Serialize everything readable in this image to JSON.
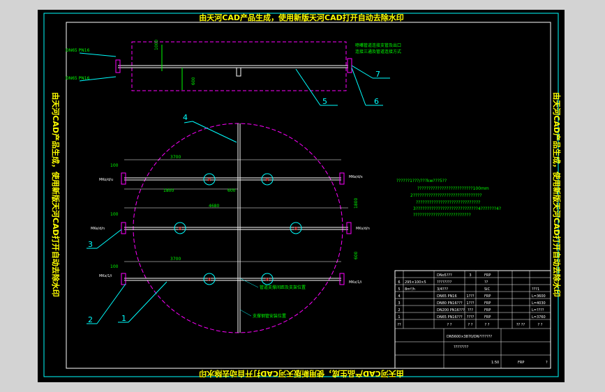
{
  "watermark": {
    "top": "由天河CAD产品生成，使用新版天河CAD打开自动去除水印",
    "bottom": "由天河CAD产品生成，使用新版天河CAD打开自动去除水印",
    "left": "由天河CAD产品生成，使用新版天河CAD打开自动去除水印",
    "right": "由天河CAD产品生成，使用新版天河CAD打开自动去除水印"
  },
  "balloons": [
    "1",
    "2",
    "3",
    "4",
    "5",
    "6",
    "7"
  ],
  "dims": {
    "top_view": [
      "3700",
      "1800",
      "600",
      "4680",
      "3700",
      "100",
      "100",
      "100",
      "1800",
      "600"
    ],
    "side_view": [
      "1000",
      "600"
    ],
    "left_pipes": [
      "DN65 PN16",
      "DN65 PN16"
    ]
  },
  "flange_labels": {
    "left": [
      "MKo/d/u",
      "MKe/d/n",
      "MKx/1/i"
    ],
    "right": [
      "MKe/d/s",
      "MKs/d/n",
      "MKx/1/i"
    ]
  },
  "notes": {
    "lines": [
      "??????1???/???kw???5??",
      "?????????????????????????100mm",
      "2???????????????????????????????",
      "?????????????????????????????",
      "3????????????????????????????4???????4?",
      "??????????????????????????"
    ]
  },
  "annotations": {
    "center_a": "管道支撑间距及支架位置",
    "center_b": "支撑钢管安装位置",
    "top_right": "喷嘴管道连接支管及出口",
    "top_right2": "连接三通及管道连接方式"
  },
  "bom": {
    "rows": [
      {
        "no": "",
        "name": "DNo5???",
        "qty": "3",
        "mat": "FRP",
        "note": ""
      },
      {
        "no": "6",
        "name": "295×100×5",
        "qty": "????????",
        "mat": "??",
        "note": ""
      },
      {
        "no": "5",
        "name": "8m²/h",
        "qty": "3/4???",
        "mat": "SiC",
        "note": "???1"
      },
      {
        "no": "4",
        "name": "DN65 PN16",
        "qty": "1???",
        "mat": "FRP",
        "note": "L=3600"
      },
      {
        "no": "3",
        "name": "DN80 PN16???",
        "qty": "1???",
        "mat": "FRP",
        "note": "L=4030"
      },
      {
        "no": "2",
        "name": "DN200 PN16???",
        "qty": "???",
        "mat": "FRP",
        "note": "L=????"
      },
      {
        "no": "1",
        "name": "DN65 PN16???",
        "qty": "????",
        "mat": "FRP",
        "note": "L=3760"
      }
    ],
    "header": [
      "??",
      "? ?",
      "? ?",
      "? ?",
      "?? ??",
      "? ?"
    ],
    "title_main": "DN5600×3870/DN???????",
    "title_sub": "????????",
    "material_box": "FRP",
    "sheet_no": "?",
    "scale": "1:50"
  }
}
